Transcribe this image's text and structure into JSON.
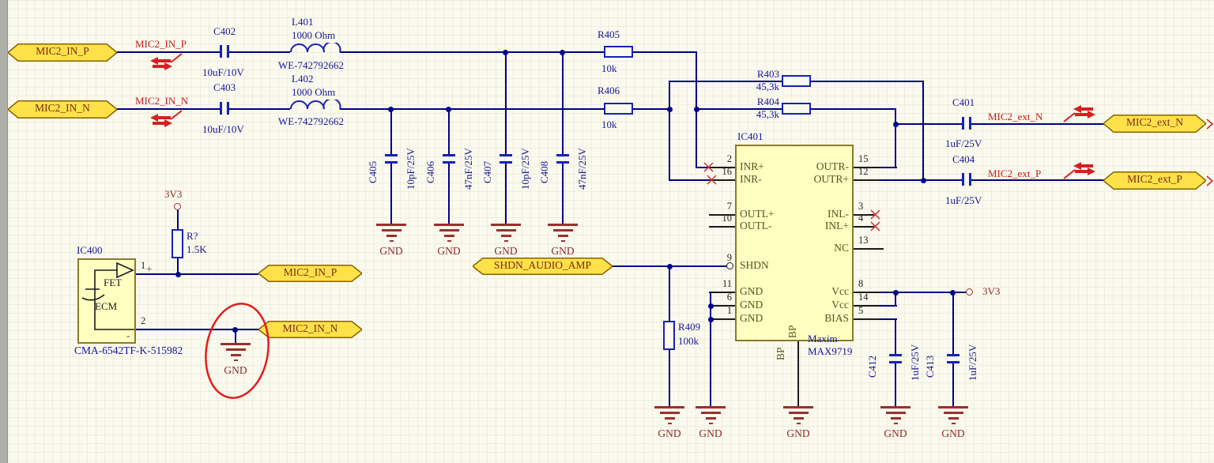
{
  "ports": {
    "mic2_in_p_left": "MIC2_IN_P",
    "mic2_in_n_left": "MIC2_IN_N",
    "mic2_in_p_right": "MIC2_IN_P",
    "mic2_in_n_right": "MIC2_IN_N",
    "shdn_audio_amp": "SHDN_AUDIO_AMP",
    "mic2_ext_n": "MIC2_ext_N",
    "mic2_ext_p": "MIC2_ext_P"
  },
  "net_labels": {
    "in_p": "MIC2_IN_P",
    "in_n": "MIC2_IN_N",
    "ext_n": "MIC2_ext_N",
    "ext_p": "MIC2_ext_P"
  },
  "power": {
    "v33": "3V3",
    "gnd": "GND"
  },
  "components": {
    "c402": {
      "ref": "C402",
      "value": "10uF/10V"
    },
    "c403": {
      "ref": "C403",
      "value": "10uF/10V"
    },
    "l401": {
      "ref": "L401",
      "value": "1000 Ohm",
      "part": "WE-742792662"
    },
    "l402": {
      "ref": "L402",
      "value": "1000 Ohm",
      "part": "WE-742792662"
    },
    "c405": {
      "ref": "C405",
      "value": "10pF/25V"
    },
    "c406": {
      "ref": "C406",
      "value": "47nF/25V"
    },
    "c407": {
      "ref": "C407",
      "value": "10pF/25V"
    },
    "c408": {
      "ref": "C408",
      "value": "47nF/25V"
    },
    "r405": {
      "ref": "R405",
      "value": "10k"
    },
    "r406": {
      "ref": "R406",
      "value": "10k"
    },
    "r403": {
      "ref": "R403",
      "value": "45,3k"
    },
    "r404": {
      "ref": "R404",
      "value": "45,3k"
    },
    "r409": {
      "ref": "R409",
      "value": "100k"
    },
    "r_unknown": {
      "ref": "R?",
      "value": "1.5K"
    },
    "c401": {
      "ref": "C401",
      "value": "1uF/25V"
    },
    "c404": {
      "ref": "C404",
      "value": "1uF/25V"
    },
    "c412": {
      "ref": "C412",
      "value": "1uF/25V"
    },
    "c413": {
      "ref": "C413",
      "value": "1uF/25V"
    }
  },
  "ic401": {
    "ref": "IC401",
    "mfr": "Maxim",
    "part": "MAX9719",
    "bp_inner": "BP",
    "bp_outer": "BP",
    "pins_left": [
      {
        "num": "2",
        "name": "INR+"
      },
      {
        "num": "16",
        "name": "INR-"
      },
      {
        "num": "7",
        "name": "OUTL+"
      },
      {
        "num": "10",
        "name": "OUTL-"
      },
      {
        "num": "9",
        "name": "SHDN"
      },
      {
        "num": "11",
        "name": "GND"
      },
      {
        "num": "6",
        "name": "GND"
      },
      {
        "num": "1",
        "name": "GND"
      }
    ],
    "pins_right": [
      {
        "num": "15",
        "name": "OUTR-"
      },
      {
        "num": "12",
        "name": "OUTR+"
      },
      {
        "num": "3",
        "name": "INL-"
      },
      {
        "num": "4",
        "name": "INL+"
      },
      {
        "num": "13",
        "name": "NC"
      },
      {
        "num": "8",
        "name": "Vcc"
      },
      {
        "num": "14",
        "name": "Vcc"
      },
      {
        "num": "5",
        "name": "BIAS"
      }
    ]
  },
  "ic400": {
    "ref": "IC400",
    "part": "CMA-6542TF-K-515982",
    "fet": "FET",
    "ecm": "ECM",
    "plus": "+",
    "minus": "-",
    "pin1": "1",
    "pin2": "2"
  },
  "colors": {
    "wire": "#00008B",
    "component_outline": "#1622B4",
    "port_fill": "#FFE24A",
    "port_border": "#8A6200",
    "port_text": "#7B2814",
    "net_label": "#C41A1A",
    "power_symbol": "#9B3030",
    "ic_fill": "#FFFFC2",
    "ic_border": "#8A7A28",
    "pin_name": "#55551E",
    "annotation": "#E41C1C",
    "background": "#FBFAEE"
  }
}
